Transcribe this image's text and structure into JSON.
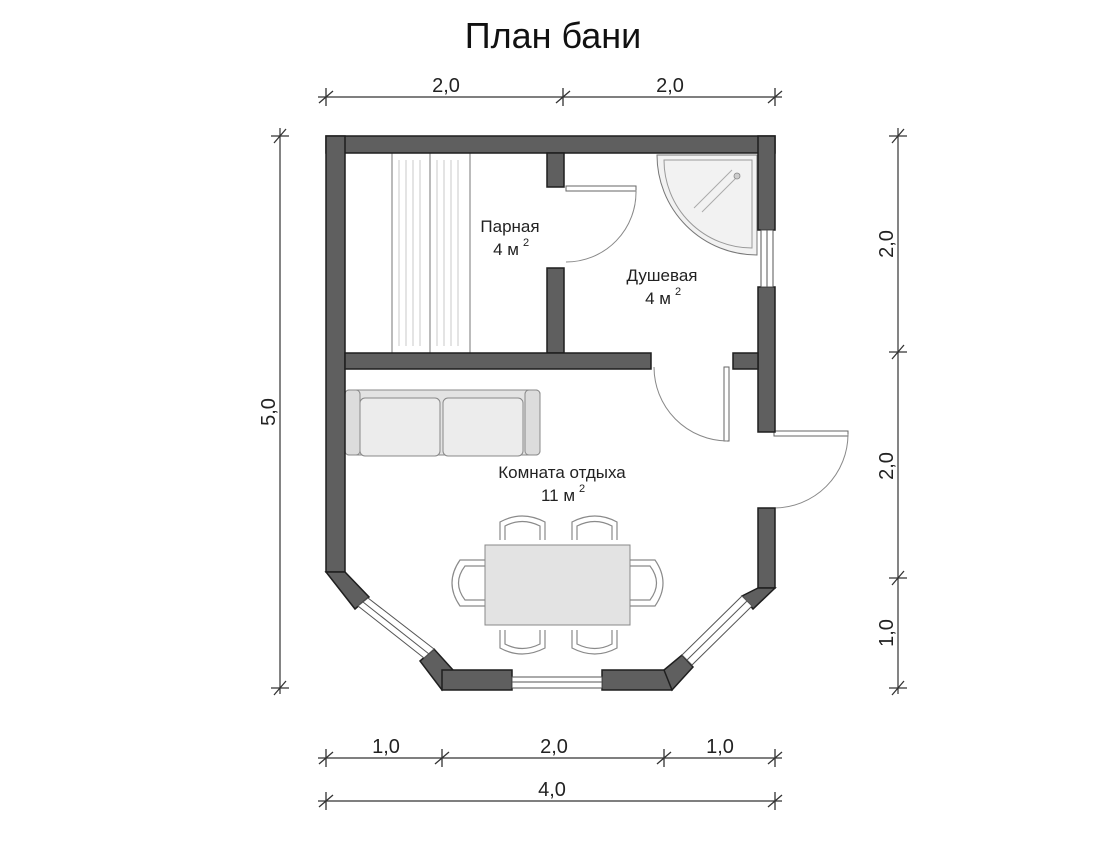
{
  "title": "План бани",
  "dimensions": {
    "top_left": "2,0",
    "top_right": "2,0",
    "left_total": "5,0",
    "right_top": "2,0",
    "right_middle": "2,0",
    "right_bottom": "1,0",
    "bottom_left": "1,0",
    "bottom_middle": "2,0",
    "bottom_right": "1,0",
    "bottom_total": "4,0"
  },
  "rooms": {
    "steam": {
      "name": "Парная",
      "area": "4 м",
      "sup": "2"
    },
    "shower": {
      "name": "Душевая",
      "area": "4 м",
      "sup": "2"
    },
    "rest": {
      "name": "Комната отдыха",
      "area": "11 м",
      "sup": "2"
    }
  }
}
